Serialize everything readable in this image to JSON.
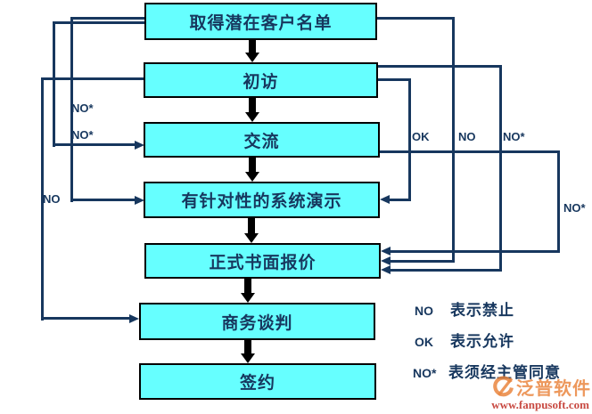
{
  "flow": {
    "steps": [
      {
        "label": "取得潜在客户名单"
      },
      {
        "label": "初访"
      },
      {
        "label": "交流"
      },
      {
        "label": "有针对性的系统演示"
      },
      {
        "label": "正式书面报价"
      },
      {
        "label": "商务谈判"
      },
      {
        "label": "签约"
      }
    ],
    "edge_labels": {
      "left_no_star_1": "NO*",
      "left_no_star_2": "NO*",
      "left_no": "NO",
      "right_ok": "OK",
      "right_no": "NO",
      "right_no_star": "NO*",
      "far_right_no_star": "NO*"
    }
  },
  "legend": {
    "items": [
      {
        "term": "NO",
        "description": "表示禁止"
      },
      {
        "term": "OK",
        "description": "表示允许"
      },
      {
        "term": "NO*",
        "description": "表须经主管同意"
      }
    ]
  },
  "watermark": {
    "brand": "泛普软件",
    "url": "www.fanpusoft.com"
  },
  "colors": {
    "box_fill": "#66ffff",
    "box_border": "#000000",
    "line_navy": "#17375e",
    "flow_arrow": "#000000",
    "brand_orange": "#e97f35",
    "brand_red": "#c43b33"
  }
}
